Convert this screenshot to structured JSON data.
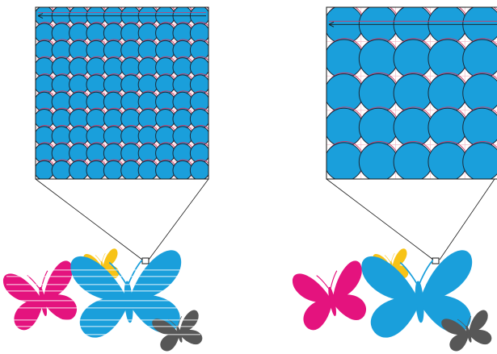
{
  "figure": {
    "panels": [
      {
        "id": "left",
        "dot_rows": 10,
        "dot_cols": 10,
        "description_icons": [
          "magenta-butterfly-icon",
          "yellow-butterfly-icon",
          "cyan-butterfly-icon",
          "gray-butterfly-icon"
        ]
      },
      {
        "id": "right",
        "dot_rows": 5,
        "dot_cols": 5,
        "description_icons": [
          "magenta-butterfly-icon",
          "yellow-butterfly-icon",
          "cyan-butterfly-icon",
          "gray-butterfly-icon"
        ]
      }
    ],
    "colors": {
      "dot_fill": "#1a9fdb",
      "dot_stroke": "#1b2a3a",
      "misregistered_stroke": "#d03a6a",
      "grid_line": "#f2b6c6",
      "magenta": "#e4137e",
      "yellow": "#f7c316",
      "cyan": "#1a9fdb",
      "gray": "#575757",
      "frame": "#1a1a1a"
    }
  }
}
